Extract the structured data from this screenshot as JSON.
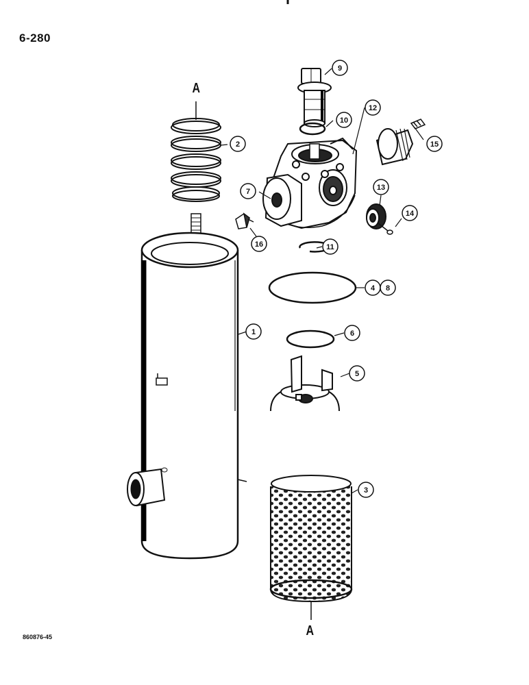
{
  "page_number": "6-280",
  "drawing_code": "860876-45",
  "section_letters": [
    "A",
    "A"
  ],
  "callouts": [
    {
      "id": "c1",
      "label": "1",
      "part": "housing"
    },
    {
      "id": "c2",
      "label": "2",
      "part": "spring"
    },
    {
      "id": "c3",
      "label": "3",
      "part": "filter-element"
    },
    {
      "id": "c4",
      "label": "4",
      "part": "large-o-ring"
    },
    {
      "id": "c8",
      "label": "8",
      "part": "large-o-ring"
    },
    {
      "id": "c5",
      "label": "5",
      "part": "filter-cap"
    },
    {
      "id": "c6",
      "label": "6",
      "part": "small-o-ring"
    },
    {
      "id": "c7",
      "label": "7",
      "part": "filter-head"
    },
    {
      "id": "c9",
      "label": "9",
      "part": "bolt"
    },
    {
      "id": "c10",
      "label": "10",
      "part": "o-ring"
    },
    {
      "id": "c11",
      "label": "11",
      "part": "snap-ring"
    },
    {
      "id": "c12",
      "label": "12",
      "part": "plug"
    },
    {
      "id": "c13",
      "label": "13",
      "part": "indicator"
    },
    {
      "id": "c14",
      "label": "14",
      "part": "screw"
    },
    {
      "id": "c15",
      "label": "15",
      "part": "fitting"
    },
    {
      "id": "c16",
      "label": "16",
      "part": "plug"
    }
  ]
}
